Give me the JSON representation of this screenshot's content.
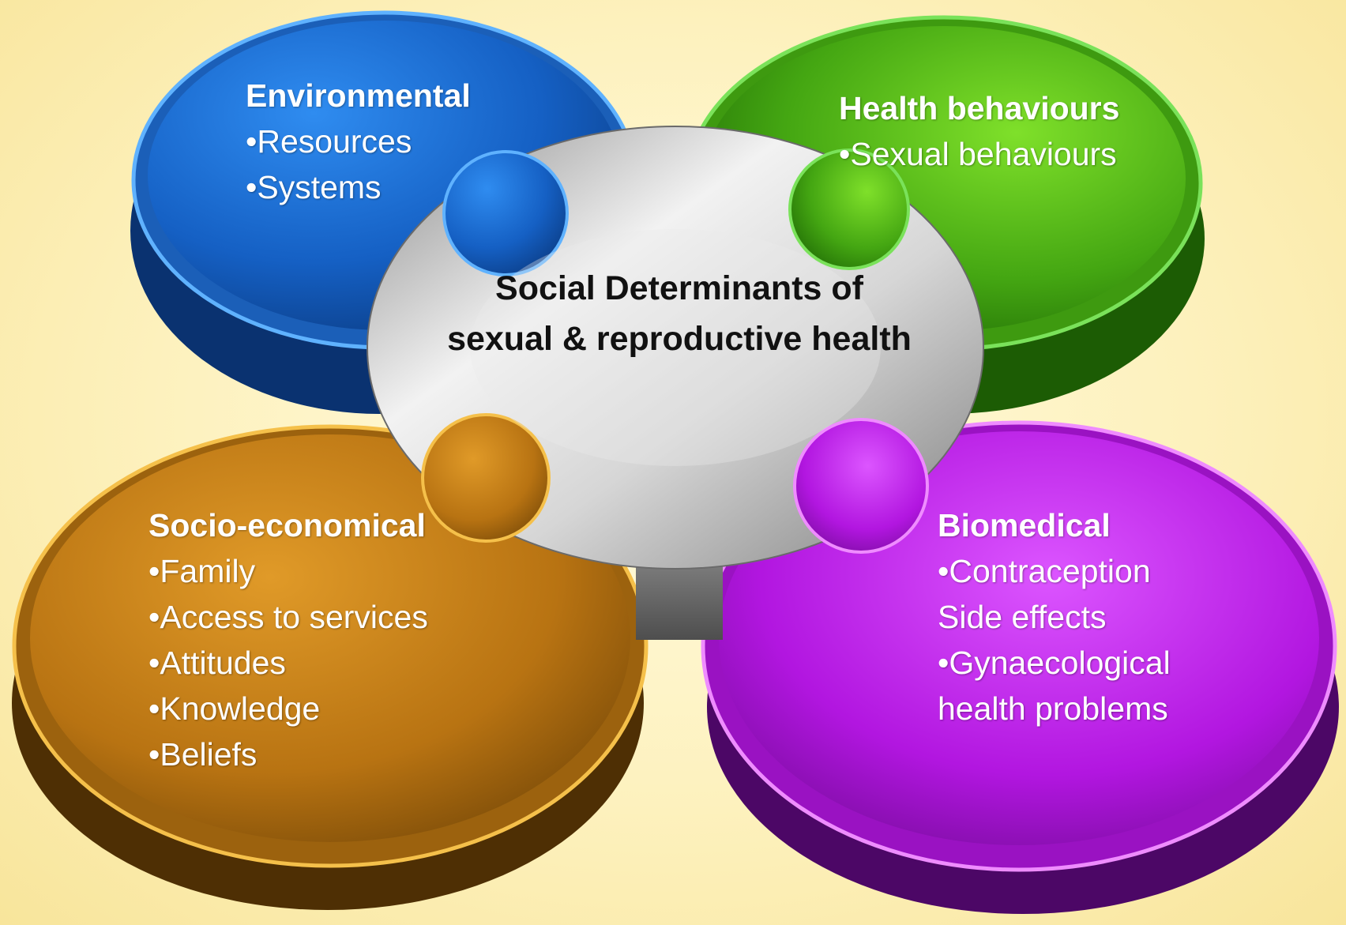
{
  "center": {
    "title": "Social Determinants of sexual & reproductive health"
  },
  "pieces": {
    "environmental": {
      "heading": "Environmental",
      "items": [
        "•Resources",
        "•Systems"
      ],
      "color": "#1a64c8"
    },
    "health_behaviours": {
      "heading": "Health behaviours",
      "items": [
        "•Sexual behaviours"
      ],
      "color": "#3fa511"
    },
    "socio_economical": {
      "heading": "Socio-economical",
      "items": [
        "•Family",
        "•Access to services",
        "•Attitudes",
        "•Knowledge",
        "•Beliefs"
      ],
      "color": "#c17a10"
    },
    "biomedical": {
      "heading": "Biomedical",
      "items": [
        "•Contraception",
        "Side effects",
        "•Gynaecological",
        "health problems"
      ],
      "color": "#b818e2"
    }
  },
  "background_color": "#fdf1bd"
}
